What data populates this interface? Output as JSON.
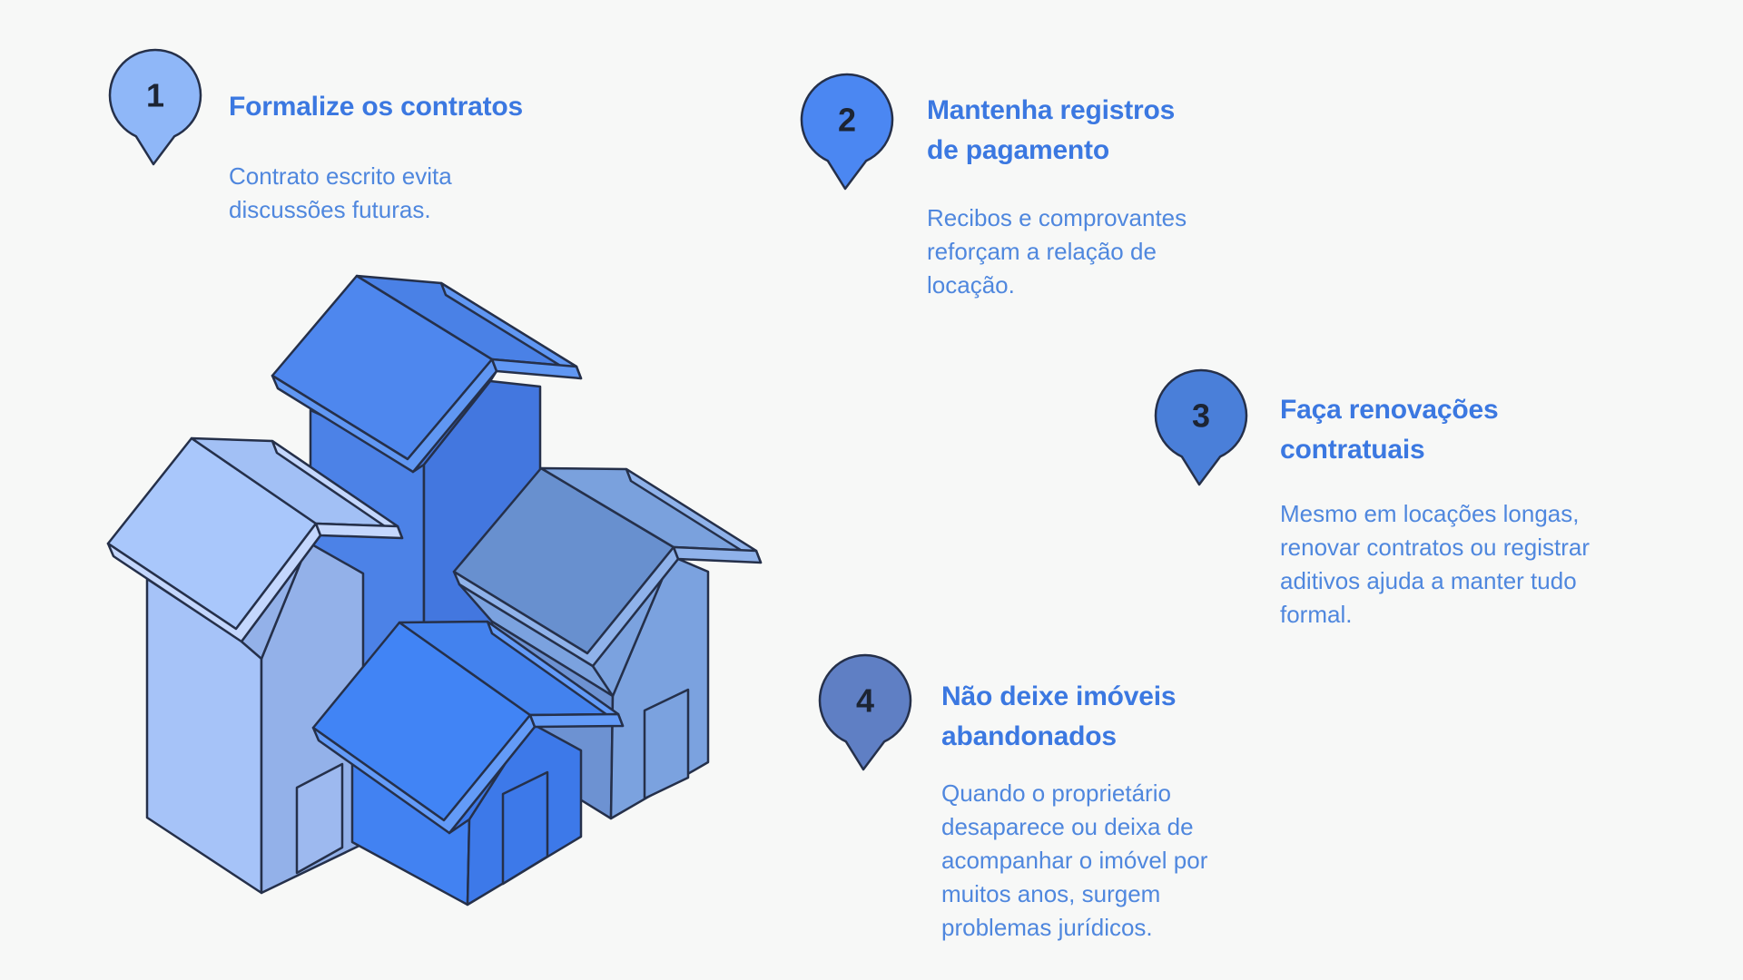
{
  "background": "#f7f8f7",
  "colors": {
    "heading_text": "#3b78e1",
    "body_text": "#4f87de",
    "marker_number": "#1c2433",
    "outline": "#25304a"
  },
  "steps": [
    {
      "number": "1",
      "title": "Formalize os contratos",
      "body": "Contrato escrito evita discussões futuras.",
      "marker_color": "#8fb7f8"
    },
    {
      "number": "2",
      "title": "Mantenha registros de pagamento",
      "body": "Recibos e comprovantes reforçam a relação de locação.",
      "marker_color": "#4b87f2"
    },
    {
      "number": "3",
      "title": "Faça renovações contratuais",
      "body": "Mesmo em locações longas, renovar contratos ou registrar aditivos ajuda a manter tudo formal.",
      "marker_color": "#4a7fd9"
    },
    {
      "number": "4",
      "title": "Não deixe imóveis abandonados",
      "body": "Quando o proprietário desaparece ou deixa de acompanhar o imóvel por muitos anos, surgem problemas jurídicos.",
      "marker_color": "#5f7fc4"
    }
  ],
  "illustration": {
    "name": "isometric-houses",
    "house_colors": [
      "#A9C7FB",
      "#4E87EE",
      "#7AA1DD",
      "#4184F5"
    ]
  }
}
